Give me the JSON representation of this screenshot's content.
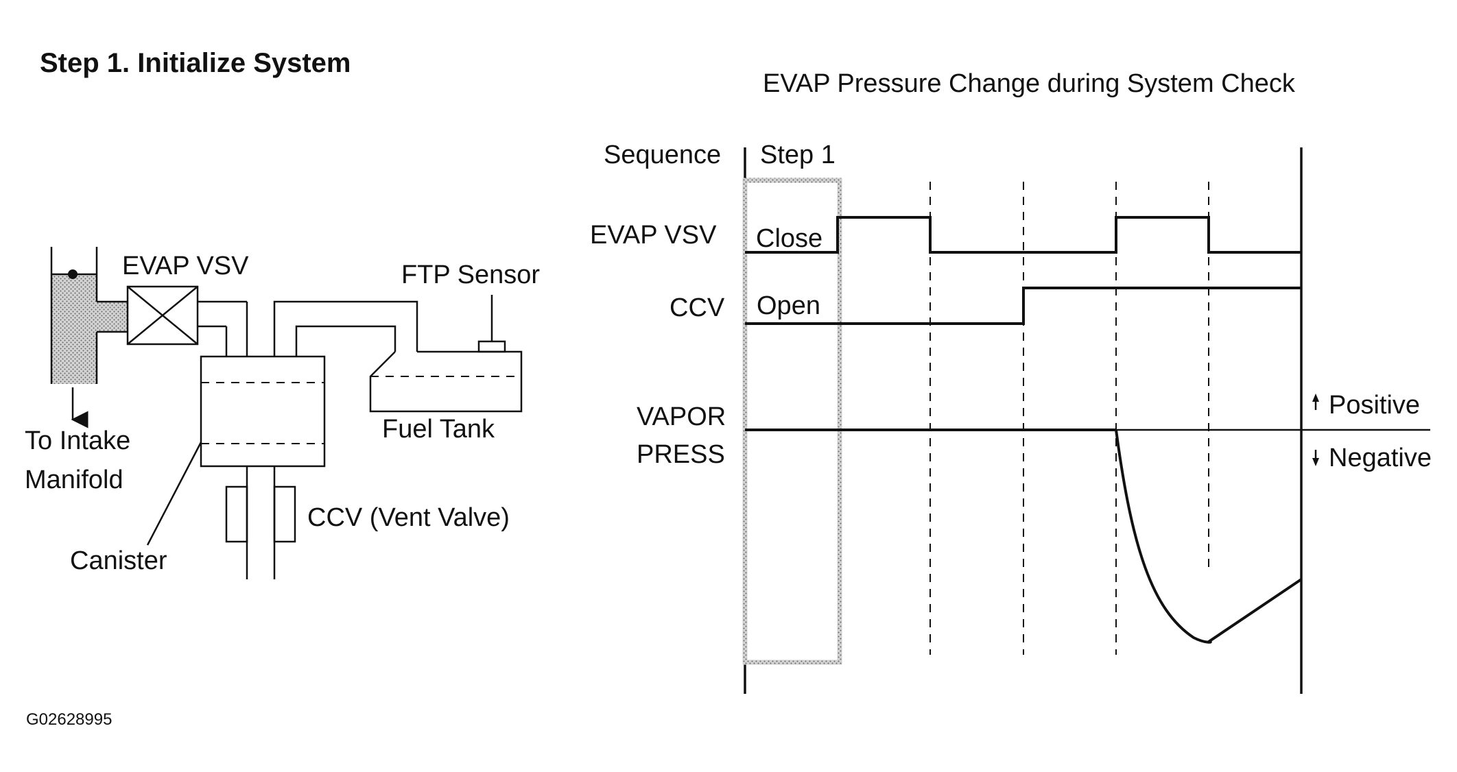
{
  "step_title": "Step 1. Initialize System",
  "system_diagram": {
    "labels": {
      "evap_vsv": "EVAP VSV",
      "ftp_sensor": "FTP Sensor",
      "to_intake": "To Intake",
      "manifold": "Manifold",
      "fuel_tank": "Fuel Tank",
      "ccv_vent_valve": "CCV (Vent Valve)",
      "canister": "Canister"
    }
  },
  "timing_chart": {
    "title": "EVAP Pressure Change during System Check",
    "row_labels": {
      "sequence": "Sequence",
      "evap_vsv": "EVAP VSV",
      "ccv": "CCV",
      "vapor_line1": "VAPOR",
      "vapor_line2": "PRESS"
    },
    "step_label": "Step 1",
    "state_labels": {
      "evap_vsv": "Close",
      "ccv": "Open"
    },
    "pressure_direction": {
      "positive": "Positive",
      "negative": "Negative"
    }
  },
  "chart_data": {
    "type": "line",
    "title": "EVAP Pressure Change during System Check",
    "x": [
      0,
      1,
      2,
      3,
      4,
      5,
      6
    ],
    "series": [
      {
        "name": "EVAP VSV",
        "states": [
          "Close",
          "Open",
          "Close",
          "Close",
          "Open",
          "Close"
        ]
      },
      {
        "name": "CCV",
        "states": [
          "Open",
          "Open",
          "Open",
          "Close",
          "Close",
          "Close"
        ]
      },
      {
        "name": "VAPOR PRESS",
        "shape": "zero through step 4, sharp drop to negative minimum near end of step 5, partial recovery during step 6"
      }
    ],
    "highlighted_step": "Step 1"
  },
  "figure_id": "G02628995"
}
